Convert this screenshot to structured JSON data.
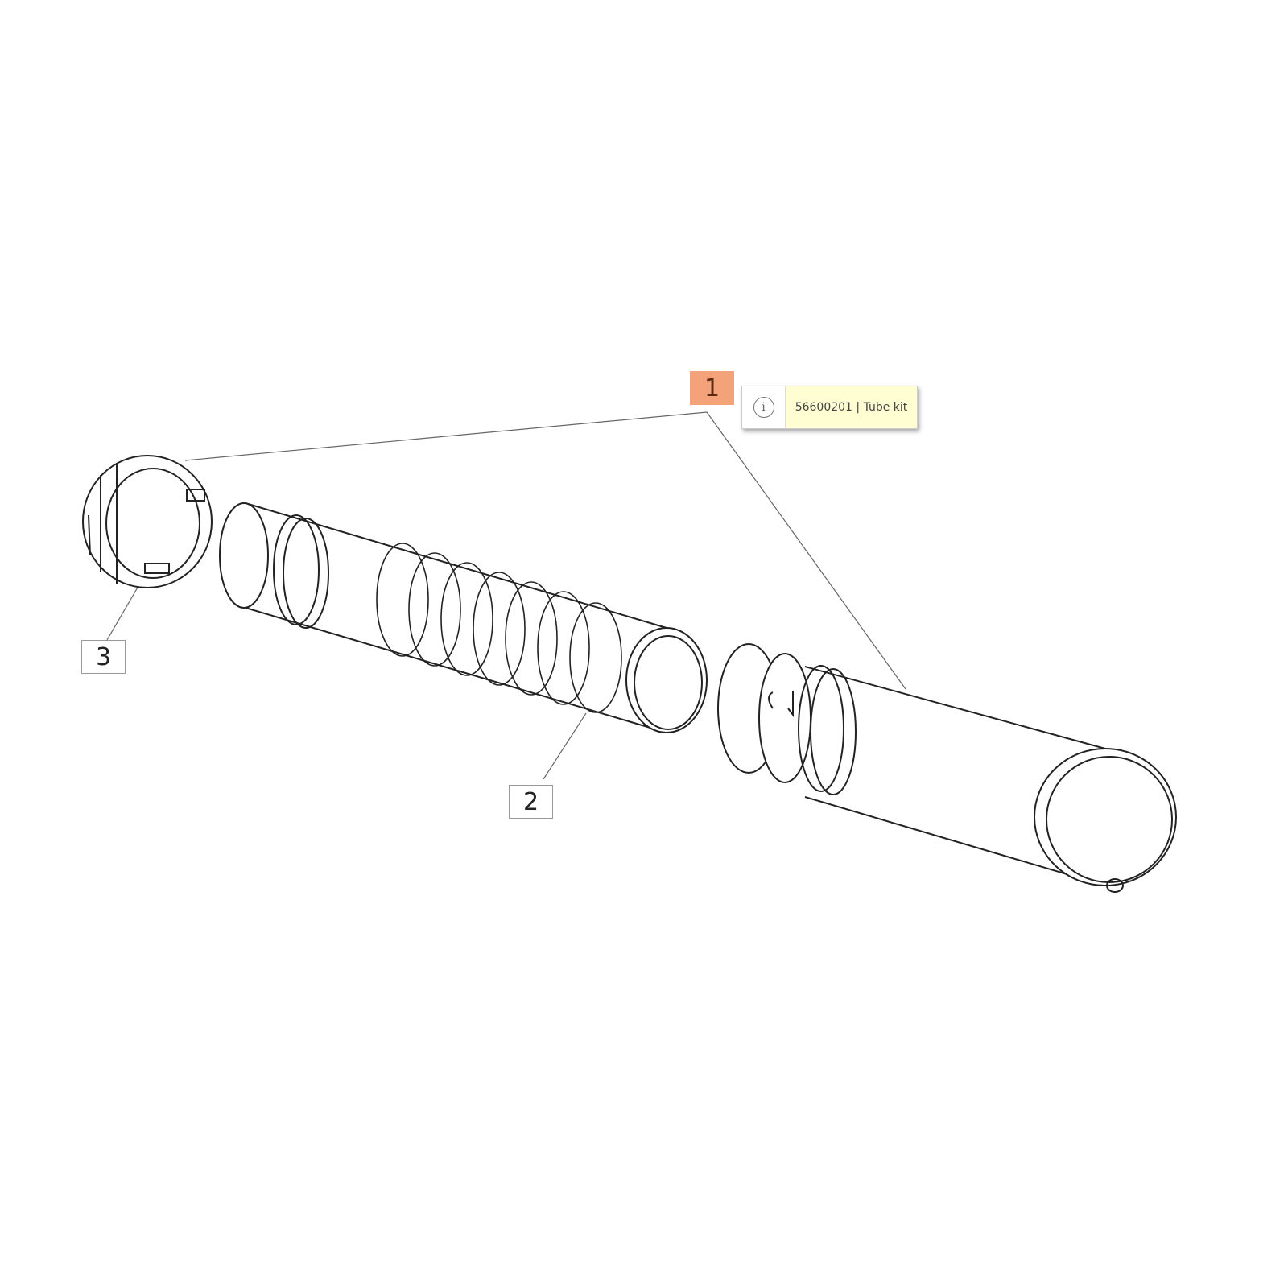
{
  "callouts": [
    {
      "number": "1",
      "active": true
    },
    {
      "number": "2",
      "active": false
    },
    {
      "number": "3",
      "active": false
    }
  ],
  "tooltip": {
    "icon": "info-icon",
    "icon_glyph": "i",
    "text": "56600201 | Tube kit"
  },
  "colors": {
    "active_callout": "#f4a27a",
    "tooltip_bg": "#fefed2",
    "line": "#222222"
  }
}
